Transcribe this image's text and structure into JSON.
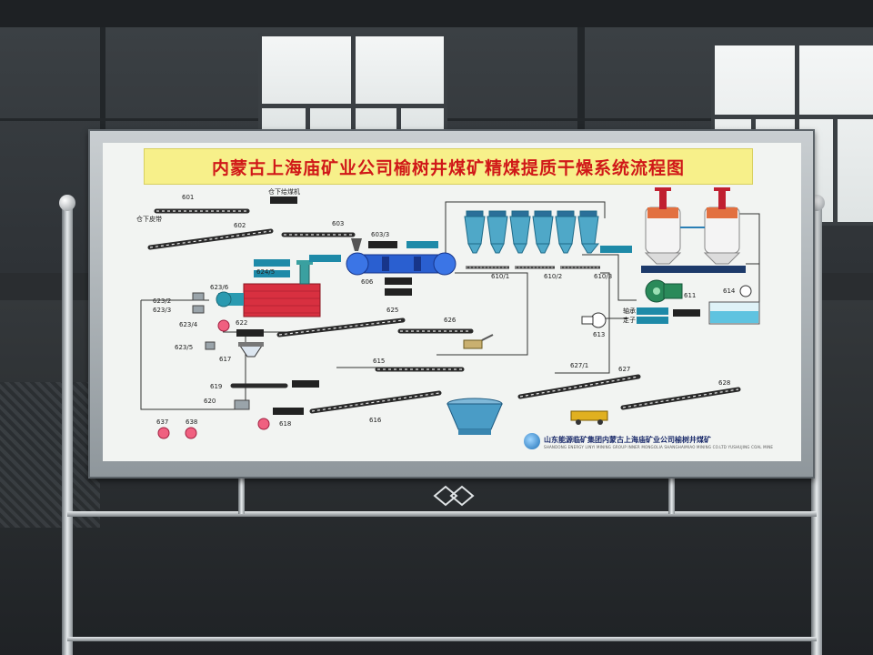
{
  "title": "内蒙古上海庙矿业公司榆树井煤矿精煤提质干燥系统流程图",
  "footer": {
    "company": "山东能源临矿集团内蒙古上海庙矿业公司榆树井煤矿",
    "subtext": "SHANDONG ENERGY LINYI MINING GROUP INNER MONGOLIA SHANGHAIMIAO MINING CO.LTD YUSHUJING COAL MINE"
  },
  "labels": {
    "l601": "601",
    "l602": "602",
    "l603": "603",
    "l603_3": "603/3",
    "l606": "606",
    "l610_1": "610/1",
    "l610_2": "610/2",
    "l610_3": "610/3",
    "l611": "611",
    "l613": "613",
    "l614": "614",
    "l615": "615",
    "l616": "616",
    "l617": "617",
    "l618": "618",
    "l619": "619",
    "l620": "620",
    "l622": "622",
    "l623_2": "623/2",
    "l623_3": "623/3",
    "l623_4": "623/4",
    "l623_5": "623/5",
    "l623_6": "623/6",
    "l624_5": "624/5",
    "l625": "625",
    "l626": "626",
    "l627": "627",
    "l627_1": "627/1",
    "l628": "628",
    "l637": "637",
    "l638": "638",
    "warehouse_belt": "仓下皮带",
    "warehouse_feeder": "仓下给煤机",
    "sensor_a": "轴承",
    "sensor_b": "定子"
  },
  "colors": {
    "title_bg": "#f7f08a",
    "title_text": "#d01818",
    "silo_blue": "#4fa8c8",
    "dryer_blue": "#2a5fd0",
    "furnace_red": "#d83040",
    "fan_green": "#2a8a5a"
  }
}
